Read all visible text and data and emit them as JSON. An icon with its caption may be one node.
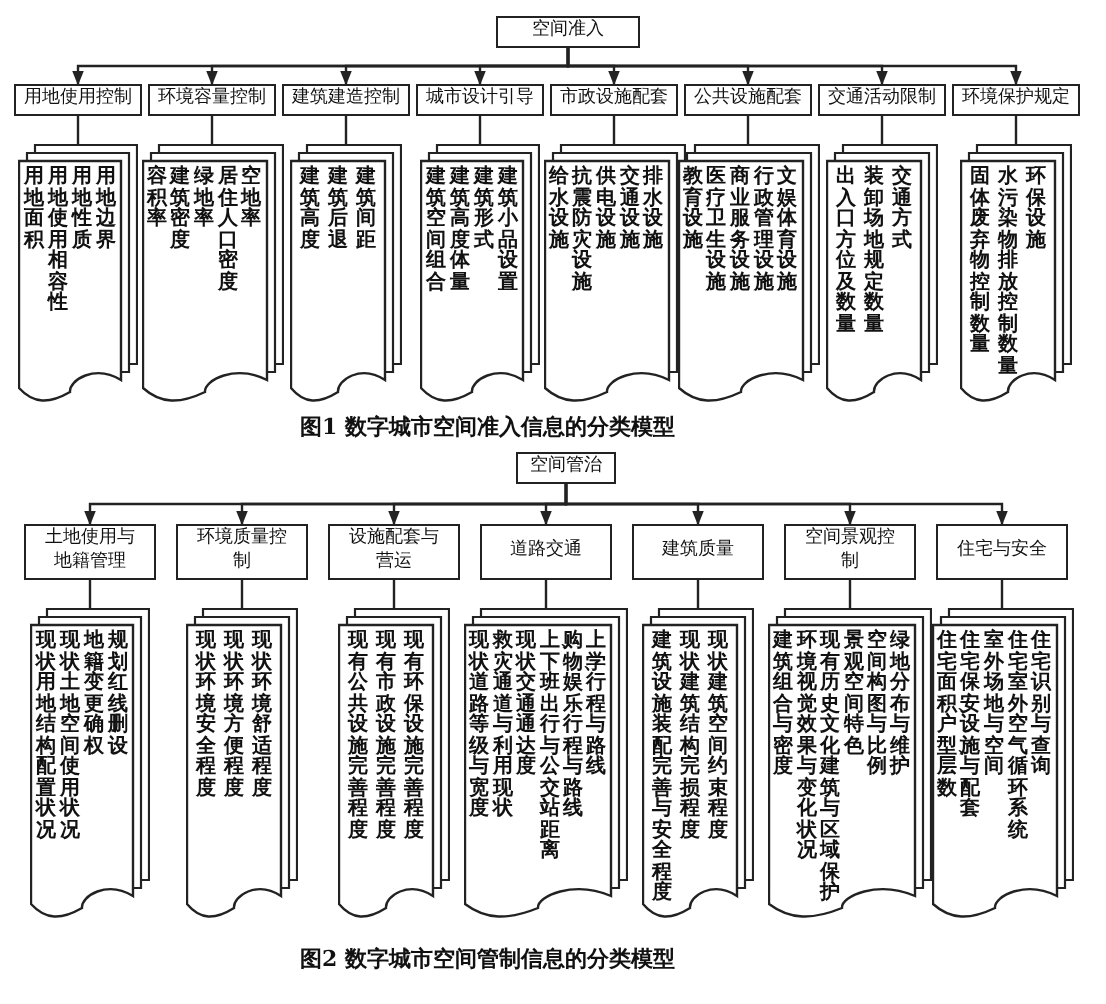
{
  "diagram": {
    "nodes": [
      {
        "text": [
          "空间准入"
        ]
      },
      {
        "text": [
          "用地使用控制"
        ]
      },
      {
        "text": [
          "环境容量控制"
        ]
      },
      {
        "text": [
          "建筑建造控制"
        ]
      },
      {
        "text": [
          "城市设计引导"
        ]
      },
      {
        "text": [
          "市政设施配套"
        ]
      },
      {
        "text": [
          "公共设施配套"
        ]
      },
      {
        "text": [
          "交通活动限制"
        ]
      },
      {
        "text": [
          "环境保护规定"
        ]
      },
      {
        "text": [
          "用地面积",
          "用地使用相容性",
          "用地性质",
          "用地边界"
        ]
      },
      {
        "text": [
          "容积率",
          "建筑密度",
          "绿地率",
          "居住人口密度",
          "空地率"
        ]
      },
      {
        "text": [
          "建筑高度",
          "建筑后退",
          "建筑间距"
        ]
      },
      {
        "text": [
          "建筑空间组合",
          "建筑高度体量",
          "建筑形式",
          "建筑小品设置"
        ]
      },
      {
        "text": [
          "给水设施",
          "抗震防灾设施",
          "供电设施",
          "交通设施",
          "排水设施"
        ]
      },
      {
        "text": [
          "教育设施",
          "医疗卫生设施",
          "商业服务设施",
          "行政管理设施",
          "文娱体育设施"
        ]
      },
      {
        "text": [
          "出入口方位及数量",
          "装卸场地规定数量",
          "交通方式"
        ]
      },
      {
        "text": [
          "固体废弃物控制数量",
          "水污染物排放控制数量",
          "环保设施"
        ]
      },
      {
        "text": [
          "空间管治"
        ]
      },
      {
        "text": [
          "土地使用与地籍管理"
        ]
      },
      {
        "text": [
          "环境质量控制"
        ]
      },
      {
        "text": [
          "设施配套与营运"
        ]
      },
      {
        "text": [
          "道路交通"
        ]
      },
      {
        "text": [
          "建筑质量"
        ]
      },
      {
        "text": [
          "空间景观控制"
        ]
      },
      {
        "text": [
          "住宅与安全"
        ]
      },
      {
        "text": [
          "现状用地结构配置状况",
          "现状土地空间使用状况",
          "地籍变更确权",
          "规划红线删设"
        ]
      },
      {
        "text": [
          "现状环境安全程度",
          "现状环境方便程度",
          "现状环境舒适程度"
        ]
      },
      {
        "text": [
          "现有公共设施完善程度",
          "现有市政设施完善程度",
          "现有环保设施完善程度"
        ]
      },
      {
        "text": [
          "现状道路等级与宽度",
          "救灾通道与利用现状",
          "现状交通通达度",
          "上、下班出行与公交站距离",
          "购物、娱乐行程与路线",
          "上学行程与路线"
        ]
      },
      {
        "text": [
          "建筑设施装配完善与安全程度",
          "现状建筑结构完损程度",
          "现状建筑空间约束程度"
        ]
      },
      {
        "text": [
          "建筑组合与密度",
          "环境视觉效果与变化状况",
          "现有历史文化建筑与区域保护",
          "景观空间特色",
          "空间构图与比例",
          "绿地分布与维护"
        ]
      },
      {
        "text": [
          "住宅面积、户型、层数",
          "住宅保安设施与配套",
          "室外场地与空间",
          "住宅室外空气循环系统",
          "住宅识别与查询"
        ]
      }
    ],
    "edges": [
      {
        "from": 0,
        "to": 1,
        "arrow": "to"
      },
      {
        "from": 0,
        "to": 2,
        "arrow": "to"
      },
      {
        "from": 0,
        "to": 3,
        "arrow": "to"
      },
      {
        "from": 0,
        "to": 4,
        "arrow": "to"
      },
      {
        "from": 0,
        "to": 5,
        "arrow": "to"
      },
      {
        "from": 0,
        "to": 6,
        "arrow": "to"
      },
      {
        "from": 0,
        "to": 7,
        "arrow": "to"
      },
      {
        "from": 0,
        "to": 8,
        "arrow": "to"
      },
      {
        "from": 1,
        "to": 9,
        "arrow": "none"
      },
      {
        "from": 2,
        "to": 10,
        "arrow": "none"
      },
      {
        "from": 3,
        "to": 11,
        "arrow": "none"
      },
      {
        "from": 4,
        "to": 12,
        "arrow": "none"
      },
      {
        "from": 5,
        "to": 13,
        "arrow": "none"
      },
      {
        "from": 6,
        "to": 14,
        "arrow": "none"
      },
      {
        "from": 7,
        "to": 15,
        "arrow": "none"
      },
      {
        "from": 8,
        "to": 16,
        "arrow": "none"
      },
      {
        "from": 17,
        "to": 18,
        "arrow": "to"
      },
      {
        "from": 17,
        "to": 19,
        "arrow": "to"
      },
      {
        "from": 17,
        "to": 20,
        "arrow": "to"
      },
      {
        "from": 17,
        "to": 21,
        "arrow": "to"
      },
      {
        "from": 17,
        "to": 22,
        "arrow": "to"
      },
      {
        "from": 17,
        "to": 23,
        "arrow": "to"
      },
      {
        "from": 17,
        "to": 24,
        "arrow": "to"
      },
      {
        "from": 18,
        "to": 25,
        "arrow": "none"
      },
      {
        "from": 19,
        "to": 26,
        "arrow": "none"
      },
      {
        "from": 20,
        "to": 27,
        "arrow": "none"
      },
      {
        "from": 21,
        "to": 28,
        "arrow": "none"
      },
      {
        "from": 22,
        "to": 29,
        "arrow": "none"
      },
      {
        "from": 23,
        "to": 30,
        "arrow": "none"
      },
      {
        "from": 24,
        "to": 31,
        "arrow": "none"
      }
    ],
    "labels": [
      "图1 数字城市空间准入信息的分类模型",
      "图2 数字城市空间管制信息的分类模型"
    ]
  }
}
